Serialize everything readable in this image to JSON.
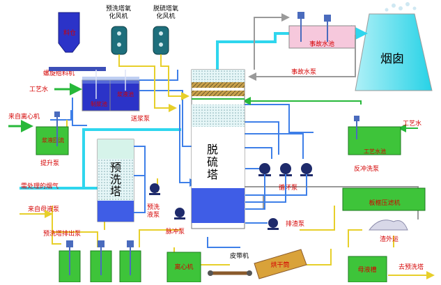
{
  "labels": {
    "material_bin": "料仓",
    "prewash_fan": "预洗塔氧\n化风机",
    "desulf_fan": "脱硫塔氧\n化风机",
    "chimney": "烟囱",
    "accident_tank": "事故水池",
    "accident_pump": "事故水泵",
    "screw_feeder": "螺旋给料机",
    "process_water_1": "工艺水",
    "slurry_pool": "制浆池",
    "slurry_pool2": "浆液池",
    "send_pump": "送浆泵",
    "from_centrifuge": "来自离心机",
    "slurry_return": "浆液回流",
    "lift_pump": "提升泵",
    "prewash_tower": "预\n洗\n塔",
    "desulf_tower": "脱\n硫\n塔",
    "pretreated_gas": "需处理的烟气",
    "from_mother_pump": "来自母液泵",
    "prewash_drain_pump": "预洗塔排出泵",
    "prewash_circ_pump": "预洗\n液泵",
    "pulse_pump": "脉冲泵",
    "circ_pump": "循环泵",
    "process_water_2": "工艺水",
    "process_water_tank": "工艺水池",
    "backwash_pump": "反冲洗泵",
    "filter_press": "板框压滤机",
    "residue_out": "渣外运",
    "discharge_pump": "排渣泵",
    "centrifuge": "离心机",
    "belt_conveyor": "皮带机",
    "dryer": "烘干筒",
    "mother_tank": "母液槽",
    "to_prewash_tower": "去预洗塔"
  },
  "colors": {
    "line_blue": "#3e7fe8",
    "line_cyan": "#2fd6ee",
    "line_yellow": "#e7cf2a",
    "line_gray": "#9a9a9a",
    "line_green": "#27b83a",
    "green_fill": "#3ec43a",
    "tower_blue": "#3f5de6",
    "chimney_cyan": "#27d2e6",
    "pink_fill": "#f6c8dc",
    "label_red": "#d40000"
  },
  "icons": {
    "pump": "pump-icon",
    "agitator": "agitator-icon",
    "fan": "oxidation-fan-icon",
    "arrow": "flow-arrow-icon"
  }
}
